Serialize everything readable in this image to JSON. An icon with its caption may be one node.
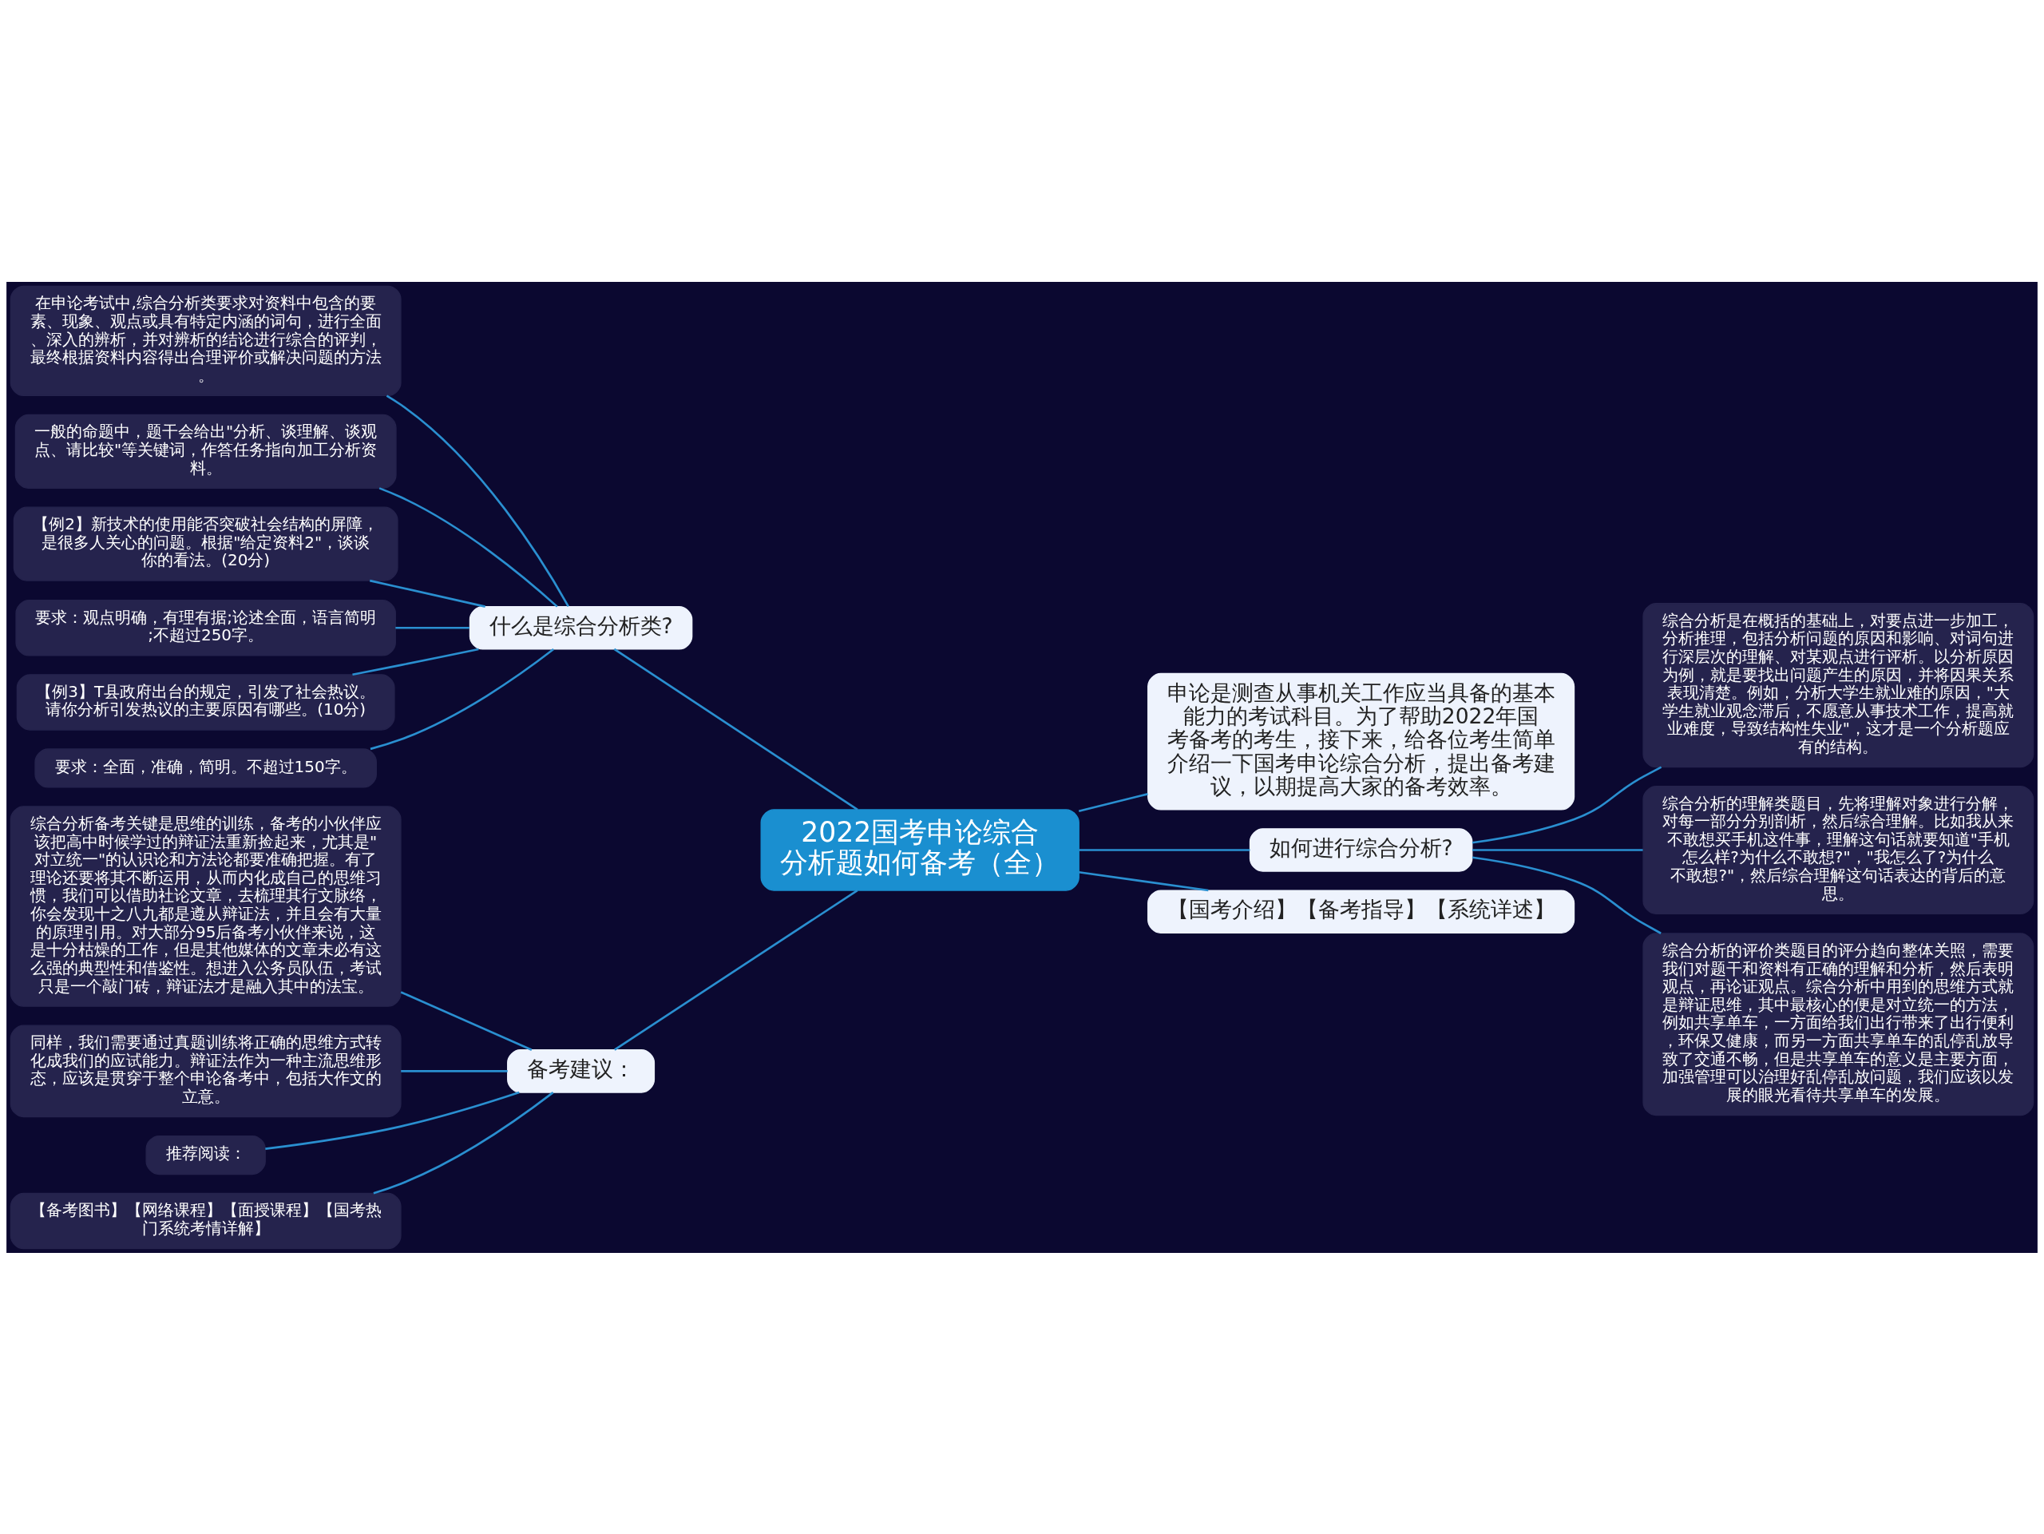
{
  "diagram": {
    "nodes": [
      {
        "text": [
          "2022国考申论综合分析题如何备考（全）"
        ]
      },
      {
        "text": [
          "申论是测查从事机关工作应当具备的基本能力的考试科目。为了帮助2022年国考备考的考生，接下来，给各位考生简单介绍一下国考申论综合分析，提出备考建议，以期提高大家的备考效率。"
        ]
      },
      {
        "text": [
          "什么是综合分析类?"
        ]
      },
      {
        "text": [
          "在申论考试中,综合分析类要求对资料中包含的要素、现象、观点或具有特定内涵的词句，进行全面、深入的辨析，并对辨析的结论进行综合的评判，最终根据资料内容得出合理评价或解决问题的方法。"
        ]
      },
      {
        "text": [
          "一般的命题中，题干会给出\"分析、谈理解、谈观点、请比较\"等关键词，作答任务指向加工分析资料。"
        ]
      },
      {
        "text": [
          "【例2】新技术的使用能否突破社会结构的屏障，是很多人关心的问题。根据\"给定资料2\"，谈谈你的看法。(20分)"
        ]
      },
      {
        "text": [
          "要求：观点明确，有理有据;论述全面，语言简明;不超过250字。"
        ]
      },
      {
        "text": [
          "【例3】T县政府出台的规定，引发了社会热议。请你分析引发热议的主要原因有哪些。(10分)"
        ]
      },
      {
        "text": [
          "要求：全面，准确，简明。不超过150字。"
        ]
      },
      {
        "text": [
          "如何进行综合分析?"
        ]
      },
      {
        "text": [
          "综合分析是在概括的基础上，对要点进一步加工，分析推理，包括分析问题的原因和影响、对词句进行深层次的理解、对某观点进行评析。以分析原因为例，就是要找出问题产生的原因，并将因果关系表现清楚。例如，分析大学生就业难的原因，\"大学生就业观念滞后，不愿意从事技术工作，提高就业难度，导致结构性失业\"，这才是一个分析题应有的结构。"
        ]
      },
      {
        "text": [
          "综合分析的理解类题目，先将理解对象进行分解，对每一部分分别剖析，然后综合理解。比如我从来不敢想买手机这件事，理解这句话就要知道\"手机怎么样?为什么不敢想?\"，\"我怎么了?为什么不敢想?\"，然后综合理解这句话表达的背后的意思。"
        ]
      },
      {
        "text": [
          "综合分析的评价类题目的评分趋向整体关照，需要我们对题干和资料有正确的理解和分析，然后表明观点，再论证观点。综合分析中用到的思维方式就是辩证思维，其中最核心的便是对立统一的方法，例如共享单车，一方面给我们出行带来了出行便利，环保又健康，而另一方面共享单车的乱停乱放导致了交通不畅，但是共享单车的意义是主要方面，加强管理可以治理好乱停乱放问题，我们应该以发展的眼光看待共享单车的发展。"
        ]
      },
      {
        "text": [
          "备考建议："
        ]
      },
      {
        "text": [
          "综合分析备考关键是思维的训练，备考的小伙伴应该把高中时候学过的辩证法重新捡起来，尤其是\"对立统一\"的认识论和方法论都要准确把握。有了理论还要将其不断运用，从而内化成自己的思维习惯，我们可以借助社论文章，去梳理其行文脉络，你会发现十之八九都是遵从辩证法，并且会有大量的原理引用。对大部分95后备考小伙伴来说，这是十分枯燥的工作，但是其他媒体的文章未必有这么强的典型性和借鉴性。想进入公务员队伍，考试只是一个敲门砖，辩证法才是融入其中的法宝。"
        ]
      },
      {
        "text": [
          "同样，我们需要通过真题训练将正确的思维方式转化成我们的应试能力。辩证法作为一种主流思维形态，应该是贯穿于整个申论备考中，包括大作文的立意。"
        ]
      },
      {
        "text": [
          "推荐阅读："
        ]
      },
      {
        "text": [
          "【备考图书】【网络课程】【面授课程】【国考热门系统考情详解】"
        ]
      },
      {
        "text": [
          "【国考介绍】【备考指导】【系统详述】"
        ]
      }
    ],
    "edges": [
      {
        "from": 0,
        "to": 1,
        "arrow": "none"
      },
      {
        "from": 0,
        "to": 2,
        "arrow": "none"
      },
      {
        "from": 2,
        "to": 3,
        "arrow": "none"
      },
      {
        "from": 2,
        "to": 4,
        "arrow": "none"
      },
      {
        "from": 2,
        "to": 5,
        "arrow": "none"
      },
      {
        "from": 2,
        "to": 6,
        "arrow": "none"
      },
      {
        "from": 2,
        "to": 7,
        "arrow": "none"
      },
      {
        "from": 2,
        "to": 8,
        "arrow": "none"
      },
      {
        "from": 0,
        "to": 9,
        "arrow": "none"
      },
      {
        "from": 9,
        "to": 10,
        "arrow": "none"
      },
      {
        "from": 9,
        "to": 11,
        "arrow": "none"
      },
      {
        "from": 9,
        "to": 12,
        "arrow": "none"
      },
      {
        "from": 0,
        "to": 13,
        "arrow": "none"
      },
      {
        "from": 13,
        "to": 14,
        "arrow": "none"
      },
      {
        "from": 13,
        "to": 15,
        "arrow": "none"
      },
      {
        "from": 13,
        "to": 16,
        "arrow": "none"
      },
      {
        "from": 13,
        "to": 17,
        "arrow": "none"
      },
      {
        "from": 0,
        "to": 18,
        "arrow": "none"
      }
    ]
  }
}
